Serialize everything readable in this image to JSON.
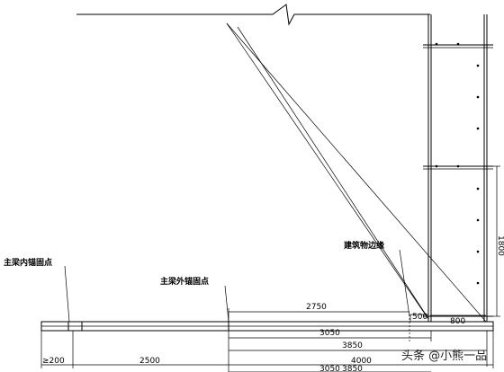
{
  "labels": {
    "main_beam_inner_anchor": "主梁内锚固点",
    "main_beam_outer_anchor": "主梁外锚固点",
    "building_edge": "建筑物边缘"
  },
  "dimensions": {
    "d_200": "≥200",
    "d_2500": "2500",
    "d_2750": "2750",
    "d_3050_top": "3050",
    "d_3850_top": "3850",
    "d_4000": "4000",
    "d_3050_bottom": "3050",
    "d_3850_bottom": "3850",
    "d_500": "500",
    "d_800": "800",
    "d_1800": "1800"
  },
  "watermark": "头条 @小熊一品"
}
